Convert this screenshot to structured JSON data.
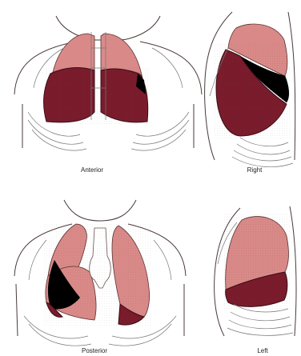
{
  "colors": {
    "upper_lobe": "#d98a88",
    "lower_lobe": "#7a1c2c",
    "middle_lobe": "#000000",
    "outline": "#4a3a3a"
  },
  "panels": [
    {
      "label": "Anterior"
    },
    {
      "label": "Right"
    },
    {
      "label": "Posterior"
    },
    {
      "label": "Left"
    }
  ]
}
